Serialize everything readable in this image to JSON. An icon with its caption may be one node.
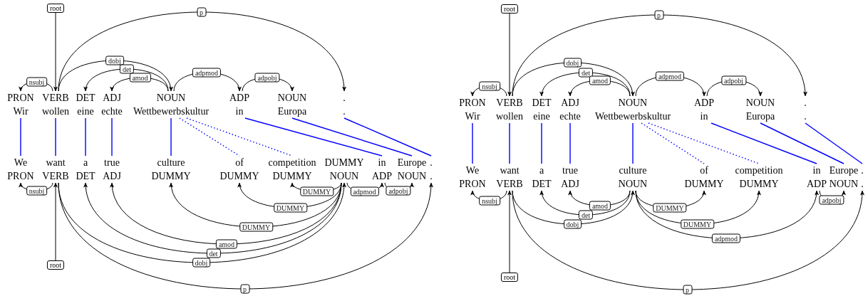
{
  "diagram": {
    "nodes": [
      {
        "text": [
          "root"
        ]
      },
      {
        "text": [
          "PRON",
          "Wir"
        ]
      },
      {
        "text": [
          "VERB",
          "wollen"
        ]
      },
      {
        "text": [
          "DET",
          "eine"
        ]
      },
      {
        "text": [
          "ADJ",
          "echte"
        ]
      },
      {
        "text": [
          "NOUN",
          "Wettbewerbskultur"
        ]
      },
      {
        "text": [
          "ADP",
          "in"
        ]
      },
      {
        "text": [
          "NOUN",
          "Europa"
        ]
      },
      {
        "text": [
          ".",
          "."
        ]
      },
      {
        "text": [
          "We",
          "PRON"
        ]
      },
      {
        "text": [
          "want",
          "VERB"
        ]
      },
      {
        "text": [
          "a",
          "DET"
        ]
      },
      {
        "text": [
          "true",
          "ADJ"
        ]
      },
      {
        "text": [
          "culture",
          "DUMMY"
        ]
      },
      {
        "text": [
          "of",
          "DUMMY"
        ]
      },
      {
        "text": [
          "competition",
          "DUMMY"
        ]
      },
      {
        "text": [
          "DUMMY",
          "NOUN"
        ]
      },
      {
        "text": [
          "in",
          "ADP"
        ]
      },
      {
        "text": [
          "Europe",
          "NOUN"
        ]
      },
      {
        "text": [
          ".",
          "."
        ]
      },
      {
        "text": [
          "root"
        ]
      },
      {
        "text": [
          "root"
        ]
      },
      {
        "text": [
          "PRON",
          "Wir"
        ]
      },
      {
        "text": [
          "VERB",
          "wollen"
        ]
      },
      {
        "text": [
          "DET",
          "eine"
        ]
      },
      {
        "text": [
          "ADJ",
          "echte"
        ]
      },
      {
        "text": [
          "NOUN",
          "Wettbewerbskultur"
        ]
      },
      {
        "text": [
          "ADP",
          "in"
        ]
      },
      {
        "text": [
          "NOUN",
          "Europa"
        ]
      },
      {
        "text": [
          ".",
          "."
        ]
      },
      {
        "text": [
          "We",
          "PRON"
        ]
      },
      {
        "text": [
          "want",
          "VERB"
        ]
      },
      {
        "text": [
          "a",
          "DET"
        ]
      },
      {
        "text": [
          "true",
          "ADJ"
        ]
      },
      {
        "text": [
          "culture",
          "NOUN"
        ]
      },
      {
        "text": [
          "of",
          "DUMMY"
        ]
      },
      {
        "text": [
          "competition",
          "DUMMY"
        ]
      },
      {
        "text": [
          "in",
          "ADP"
        ]
      },
      {
        "text": [
          "Europe",
          "NOUN"
        ]
      },
      {
        "text": [
          ".",
          "."
        ]
      },
      {
        "text": [
          "root"
        ]
      }
    ],
    "edges": [
      {
        "from": 0,
        "to": 2,
        "arrow": "to"
      },
      {
        "from": 2,
        "to": 1,
        "arrow": "to",
        "label": "nsubj"
      },
      {
        "from": 2,
        "to": 5,
        "arrow": "to",
        "label": "dobj"
      },
      {
        "from": 5,
        "to": 3,
        "arrow": "to",
        "label": "det"
      },
      {
        "from": 5,
        "to": 4,
        "arrow": "to",
        "label": "amod"
      },
      {
        "from": 5,
        "to": 6,
        "arrow": "to",
        "label": "adpmod"
      },
      {
        "from": 6,
        "to": 7,
        "arrow": "to",
        "label": "adpobj"
      },
      {
        "from": 2,
        "to": 8,
        "arrow": "to",
        "label": "p"
      },
      {
        "from": 1,
        "to": 9,
        "arrow": "none",
        "color": "#0000ff"
      },
      {
        "from": 2,
        "to": 10,
        "arrow": "none",
        "color": "#0000ff"
      },
      {
        "from": 3,
        "to": 11,
        "arrow": "none",
        "color": "#0000ff"
      },
      {
        "from": 4,
        "to": 12,
        "arrow": "none",
        "color": "#0000ff"
      },
      {
        "from": 5,
        "to": 13,
        "arrow": "none",
        "color": "#0000ff"
      },
      {
        "from": 5,
        "to": 14,
        "arrow": "none",
        "color": "#0000ff",
        "style": "dashed"
      },
      {
        "from": 5,
        "to": 15,
        "arrow": "none",
        "color": "#0000ff",
        "style": "dashed"
      },
      {
        "from": 6,
        "to": 17,
        "arrow": "none",
        "color": "#0000ff"
      },
      {
        "from": 7,
        "to": 18,
        "arrow": "none",
        "color": "#0000ff"
      },
      {
        "from": 8,
        "to": 19,
        "arrow": "none",
        "color": "#0000ff"
      },
      {
        "from": 10,
        "to": 9,
        "arrow": "to",
        "label": "nsubj"
      },
      {
        "from": 20,
        "to": 10,
        "arrow": "to"
      },
      {
        "from": 16,
        "to": 13,
        "arrow": "to",
        "label": "DUMMY"
      },
      {
        "from": 16,
        "to": 14,
        "arrow": "to",
        "label": "DUMMY"
      },
      {
        "from": 16,
        "to": 15,
        "arrow": "to",
        "label": "DUMMY"
      },
      {
        "from": 16,
        "to": 12,
        "arrow": "to",
        "label": "amod"
      },
      {
        "from": 16,
        "to": 11,
        "arrow": "to",
        "label": "det"
      },
      {
        "from": 10,
        "to": 16,
        "arrow": "to",
        "label": "dobj"
      },
      {
        "from": 16,
        "to": 17,
        "arrow": "to",
        "label": "adpmod"
      },
      {
        "from": 17,
        "to": 18,
        "arrow": "to",
        "label": "adpobj"
      },
      {
        "from": 10,
        "to": 19,
        "arrow": "to",
        "label": "p"
      },
      {
        "from": 21,
        "to": 23,
        "arrow": "to"
      },
      {
        "from": 23,
        "to": 22,
        "arrow": "to",
        "label": "nsubj"
      },
      {
        "from": 23,
        "to": 26,
        "arrow": "to",
        "label": "dobj"
      },
      {
        "from": 26,
        "to": 24,
        "arrow": "to",
        "label": "det"
      },
      {
        "from": 26,
        "to": 25,
        "arrow": "to",
        "label": "amod"
      },
      {
        "from": 26,
        "to": 27,
        "arrow": "to",
        "label": "adpmod"
      },
      {
        "from": 27,
        "to": 28,
        "arrow": "to",
        "label": "adpobj"
      },
      {
        "from": 23,
        "to": 29,
        "arrow": "to",
        "label": "p"
      },
      {
        "from": 22,
        "to": 30,
        "arrow": "none",
        "color": "#0000ff"
      },
      {
        "from": 23,
        "to": 31,
        "arrow": "none",
        "color": "#0000ff"
      },
      {
        "from": 24,
        "to": 32,
        "arrow": "none",
        "color": "#0000ff"
      },
      {
        "from": 25,
        "to": 33,
        "arrow": "none",
        "color": "#0000ff"
      },
      {
        "from": 26,
        "to": 34,
        "arrow": "none",
        "color": "#0000ff"
      },
      {
        "from": 26,
        "to": 35,
        "arrow": "none",
        "color": "#0000ff",
        "style": "dashed"
      },
      {
        "from": 26,
        "to": 36,
        "arrow": "none",
        "color": "#0000ff",
        "style": "dashed"
      },
      {
        "from": 27,
        "to": 37,
        "arrow": "none",
        "color": "#0000ff"
      },
      {
        "from": 28,
        "to": 38,
        "arrow": "none",
        "color": "#0000ff"
      },
      {
        "from": 29,
        "to": 39,
        "arrow": "none",
        "color": "#0000ff"
      },
      {
        "from": 31,
        "to": 30,
        "arrow": "to",
        "label": "nsubj"
      },
      {
        "from": 40,
        "to": 31,
        "arrow": "to"
      },
      {
        "from": 34,
        "to": 33,
        "arrow": "to",
        "label": "amod"
      },
      {
        "from": 34,
        "to": 32,
        "arrow": "to",
        "label": "det"
      },
      {
        "from": 31,
        "to": 34,
        "arrow": "to",
        "label": "dobj"
      },
      {
        "from": 34,
        "to": 35,
        "arrow": "to",
        "label": "DUMMY"
      },
      {
        "from": 34,
        "to": 36,
        "arrow": "to",
        "label": "DUMMY"
      },
      {
        "from": 34,
        "to": 37,
        "arrow": "to",
        "label": "adpmod"
      },
      {
        "from": 37,
        "to": 38,
        "arrow": "to",
        "label": "adpobj"
      },
      {
        "from": 31,
        "to": 39,
        "arrow": "to",
        "label": "p"
      }
    ]
  }
}
